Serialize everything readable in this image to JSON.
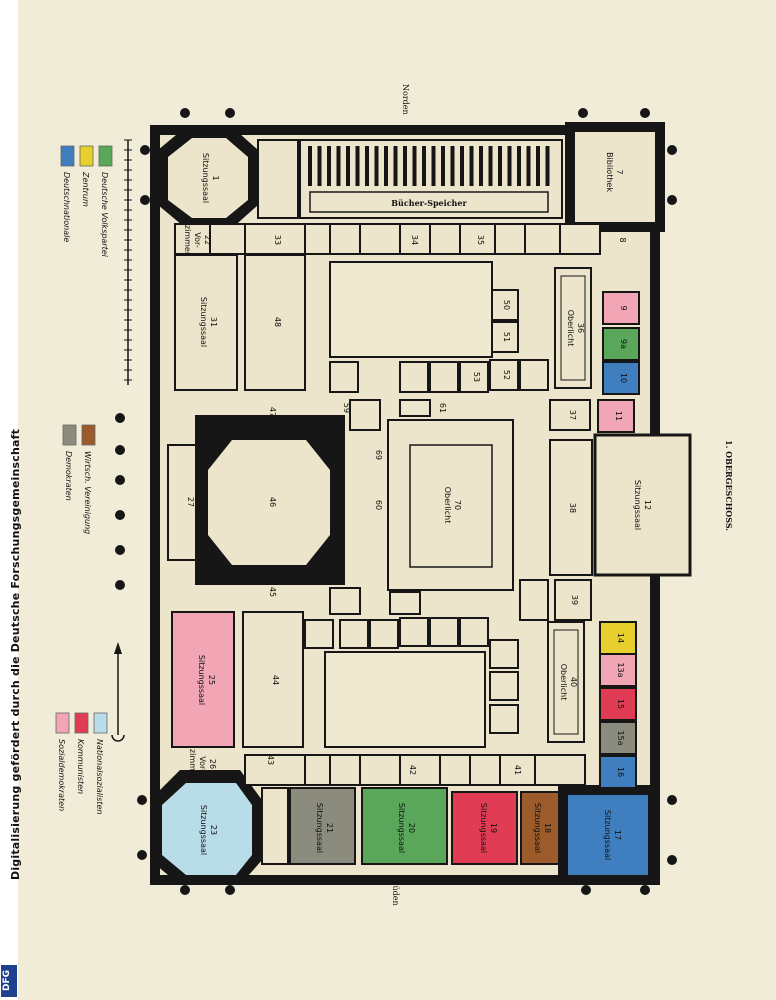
{
  "credit": "Digitalisierung gefördert durch die Deutsche Forschungsgemeinschaft",
  "logo": "DFG",
  "plan": {
    "title": "1. OBERGESCHOSS.",
    "north": "Norden",
    "south": "Süden",
    "storage": "Bücher-Speicher",
    "rooms": {
      "r1": "1\nSitzungssaal",
      "r7": "7\nBibliothek",
      "r12": "12\nSitzungssaal",
      "r17": "17\nSitzungssaal",
      "r18": "18\nSitzungssaal",
      "r19": "19\nSitzungssaal",
      "r20": "20\nSitzungssaal",
      "r21": "21\nSitzungssaal",
      "r23": "23\nSitzungssaal",
      "r25": "25\nSitzungssaal",
      "r31": "31\nSitzungssaal",
      "r46": "46",
      "r70": "70\nOberlicht",
      "r36": "36\nOberlicht",
      "r40": "40\nOberlicht",
      "r27": "27",
      "r44": "44",
      "r48": "48",
      "r45": "45",
      "r47": "47",
      "r38": "38",
      "r39": "39",
      "r37": "37",
      "r41": "41",
      "r42": "42",
      "r43": "43",
      "r33": "33",
      "r34": "34",
      "r35": "35",
      "r50": "50",
      "r51": "51",
      "r52": "52",
      "r53": "53",
      "r59": "59",
      "r61": "61",
      "r60": "60",
      "r69": "69",
      "r8": "8",
      "r9": "9",
      "r9a": "9a",
      "r10": "10",
      "r11": "11",
      "r14": "14",
      "r15": "15",
      "r15a": "15a",
      "r13a": "13a",
      "r16": "16",
      "r22": "22\nVor-\nzimmer",
      "r26": "26\nVor-\nzimmer"
    },
    "legend_left": [
      {
        "label": "Deutschnationale",
        "color": "#3f7fc0"
      },
      {
        "label": "Zentrum",
        "color": "#e7cf2e"
      },
      {
        "label": "Deutsche Volkspartei",
        "color": "#5aa65a"
      }
    ],
    "legend_mid": [
      {
        "label": "Demokraten",
        "color": "#8c8c7e"
      },
      {
        "label": "Wirtsch. Vereinigung",
        "color": "#9b5b2a"
      }
    ],
    "legend_right": [
      {
        "label": "Sozialdemokraten",
        "color": "#f2a6b5"
      },
      {
        "label": "Kommunisten",
        "color": "#e03d55"
      },
      {
        "label": "Nationalsozialisten",
        "color": "#b8dce8"
      }
    ]
  },
  "colors": {
    "paper": "#f1ecd8",
    "wall": "#161616",
    "dnvp": "#3f7fc0",
    "zentrum": "#e7cf2e",
    "dvp": "#5aa65a",
    "ddp": "#8c8c7e",
    "wp": "#9b5b2a",
    "spd": "#f2a6b5",
    "kpd": "#e03d55",
    "nsdap": "#b8dce8"
  }
}
